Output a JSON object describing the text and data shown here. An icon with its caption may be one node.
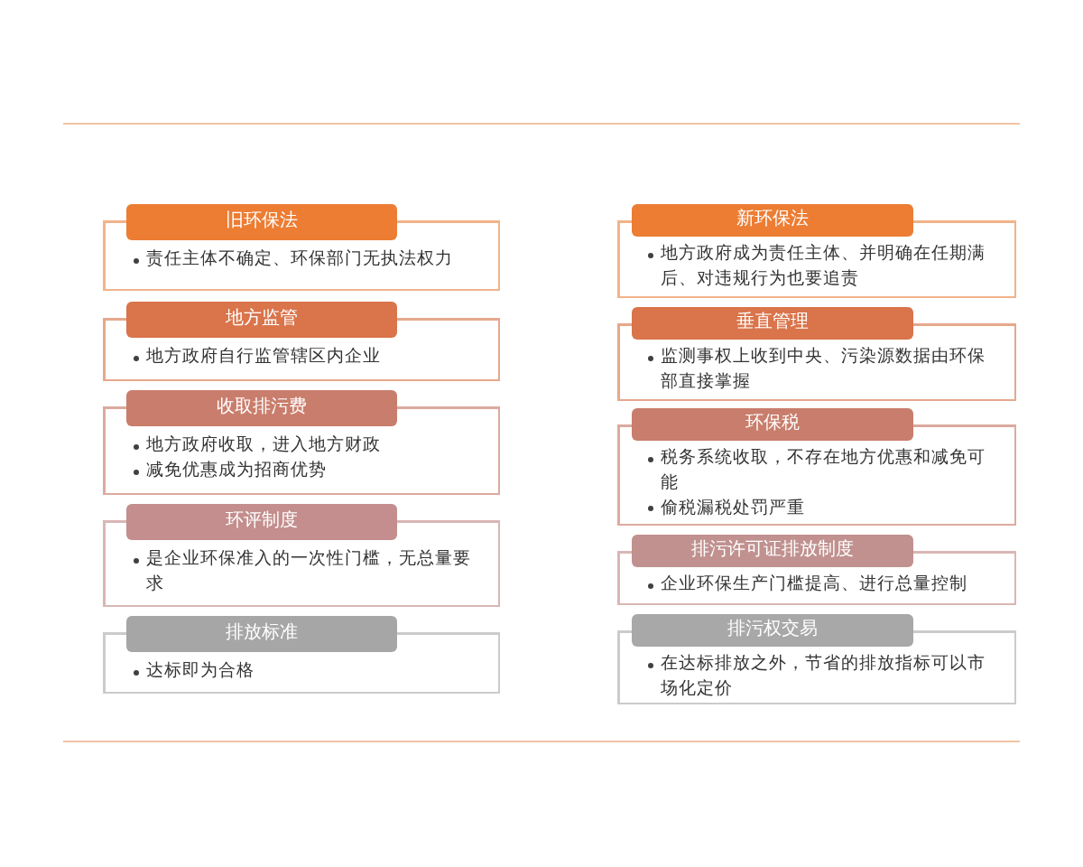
{
  "diagram": {
    "nodes": [
      {
        "text": [
          "旧环保法",
          "责任主体不确定、环保部门无执法权力"
        ]
      },
      {
        "text": [
          "地方监管",
          "地方政府自行监管辖区内企业"
        ]
      },
      {
        "text": [
          "收取排污费",
          "地方政府收取，进入地方财政",
          "减免优惠成为招商优势"
        ]
      },
      {
        "text": [
          "环评制度",
          "是企业环保准入的一次性门槛，无总量要求"
        ]
      },
      {
        "text": [
          "排放标准",
          "达标即为合格"
        ]
      },
      {
        "text": [
          "新环保法",
          "地方政府成为责任主体、并明确在任期满后、对违规行为也要追责"
        ]
      },
      {
        "text": [
          "垂直管理",
          "监测事权上收到中央、污染源数据由环保部直接掌握"
        ]
      },
      {
        "text": [
          "环保税",
          "税务系统收取，不存在地方优惠和减免可能",
          "偷税漏税处罚严重"
        ]
      },
      {
        "text": [
          "排污许可证排放制度",
          "企业环保生产门槛提高、进行总量控制"
        ]
      },
      {
        "text": [
          "排污权交易",
          "在达标排放之外，节省的排放指标可以市场化定价"
        ]
      }
    ]
  }
}
